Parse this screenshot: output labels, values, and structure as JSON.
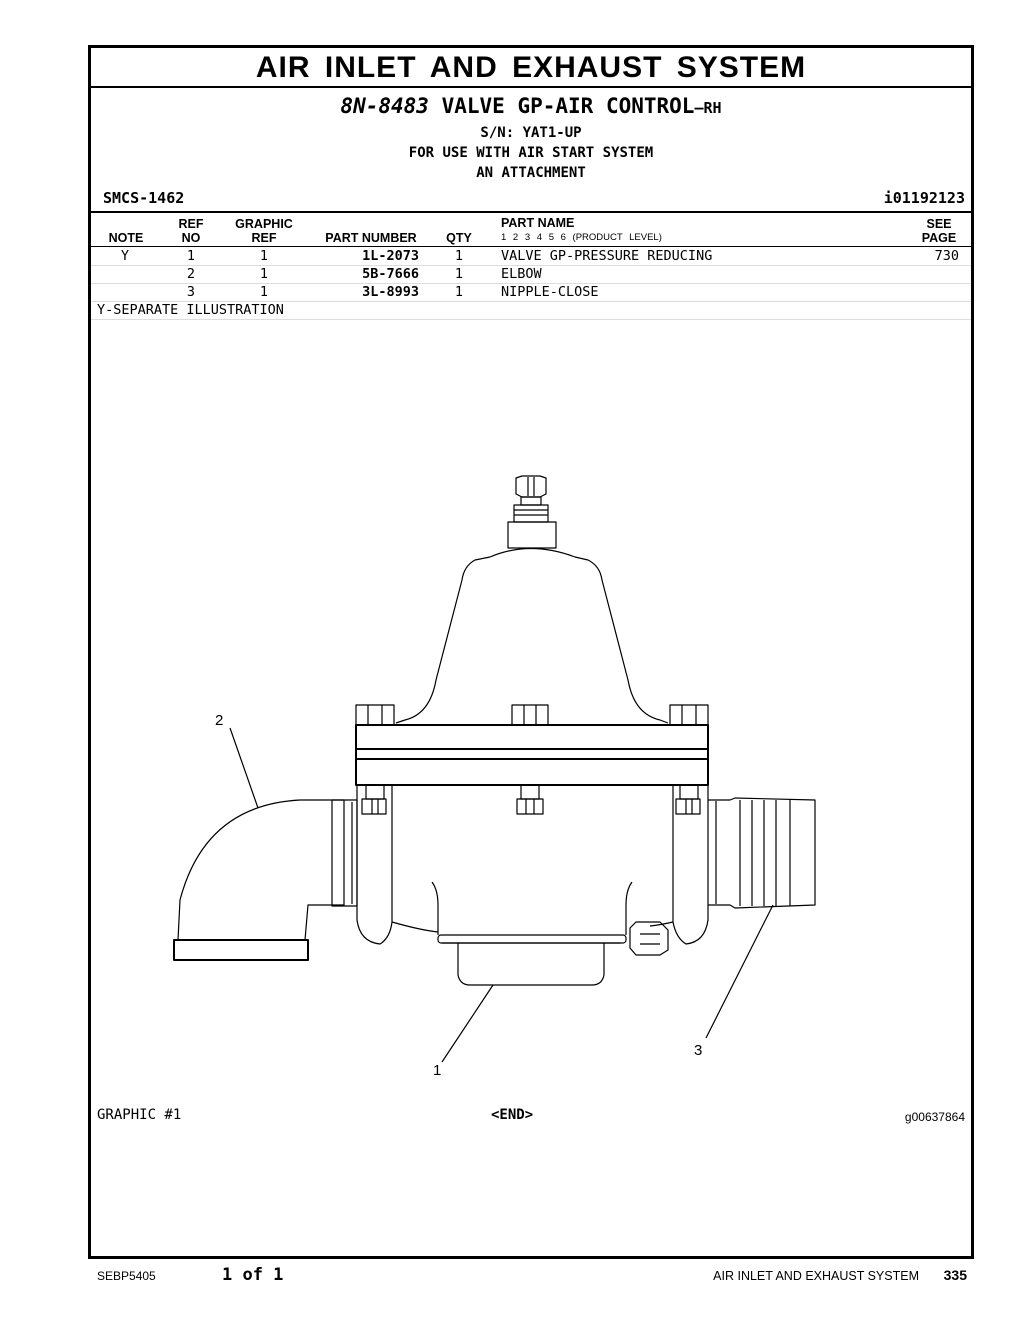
{
  "header": {
    "section_title": "AIR INLET AND EXHAUST SYSTEM",
    "part_number": "8N-8483",
    "part_name": "VALVE GP-AIR CONTROL",
    "part_suffix": "–RH",
    "serial": "S/N: YAT1-UP",
    "usage": "FOR USE WITH AIR START SYSTEM",
    "attachment": "AN ATTACHMENT",
    "smcs": "SMCS-1462",
    "info_id": "i01192123"
  },
  "table": {
    "columns": {
      "note": "NOTE",
      "ref_no": [
        "REF",
        "NO"
      ],
      "graphic_ref": [
        "GRAPHIC",
        "REF"
      ],
      "part_number": "PART NUMBER",
      "qty": "QTY",
      "part_name": "PART NAME",
      "product_levels": "1   2   3   4   5   6   (PRODUCT LEVEL)",
      "see_page": [
        "SEE",
        "PAGE"
      ]
    },
    "rows": [
      {
        "note": "Y",
        "ref": "1",
        "gref": "1",
        "part_number": "1L-2073",
        "qty": "1",
        "name": "VALVE GP-PRESSURE REDUCING",
        "page": "730"
      },
      {
        "note": "",
        "ref": "2",
        "gref": "1",
        "part_number": "5B-7666",
        "qty": "1",
        "name": "ELBOW",
        "page": ""
      },
      {
        "note": "",
        "ref": "3",
        "gref": "1",
        "part_number": "3L-8993",
        "qty": "1",
        "name": "NIPPLE-CLOSE",
        "page": ""
      }
    ],
    "note_text": "Y-SEPARATE ILLUSTRATION"
  },
  "illustration": {
    "callouts": [
      "1",
      "2",
      "3"
    ],
    "graphic_label": "GRAPHIC #1",
    "end_label": "<END>",
    "graphic_number": "g00637864"
  },
  "footer": {
    "doc_number": "SEBP5405",
    "pages": "1 of 1",
    "section": "AIR INLET AND EXHAUST SYSTEM",
    "page_number": "335"
  }
}
